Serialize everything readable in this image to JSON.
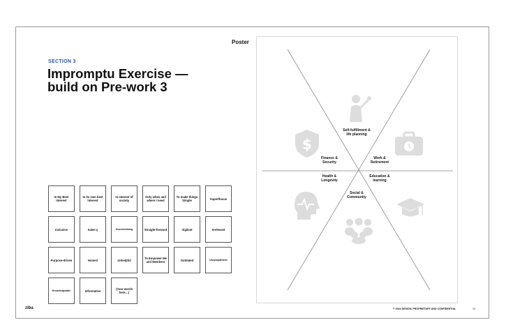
{
  "section_label": "SECTION 3",
  "title_line1": "Impromptu Exercise —",
  "title_line2": "build on Pre-work 3",
  "poster_label": "Poster",
  "cards": [
    "In My Best Interest",
    "In its own best interest",
    "In interest of society",
    "Only when and where I need",
    "To make things Simple",
    "Superfluous",
    "Inclusive",
    "Sales-y",
    "Overwhelming",
    "Straight-forward",
    "Vigilant",
    "Irrelevant",
    "Purpose-driven",
    "Honest",
    "Unhelpful",
    "To Empower Me and Members",
    "Outdated",
    "Unsympathetic",
    "Knowledgeable",
    "Informative",
    "(Your words here…)"
  ],
  "poster_sections": {
    "self_fulfillment": "Self-fulfillment & life planning",
    "finance": "Finance & Security",
    "work": "Work & Retirement",
    "health": "Health & Longevity",
    "education": "Education & learning",
    "social": "Social & Community"
  },
  "icons": [
    "person-goal-icon",
    "money-shield-icon",
    "briefcase-clock-icon",
    "head-heartbeat-icon",
    "graduation-cap-icon",
    "group-people-icon"
  ],
  "footer": {
    "logo": "ziba",
    "copyright": "© 2024 DESIGN, PROPRIETARY AND CONFIDENTIAL",
    "page_number": "13"
  }
}
